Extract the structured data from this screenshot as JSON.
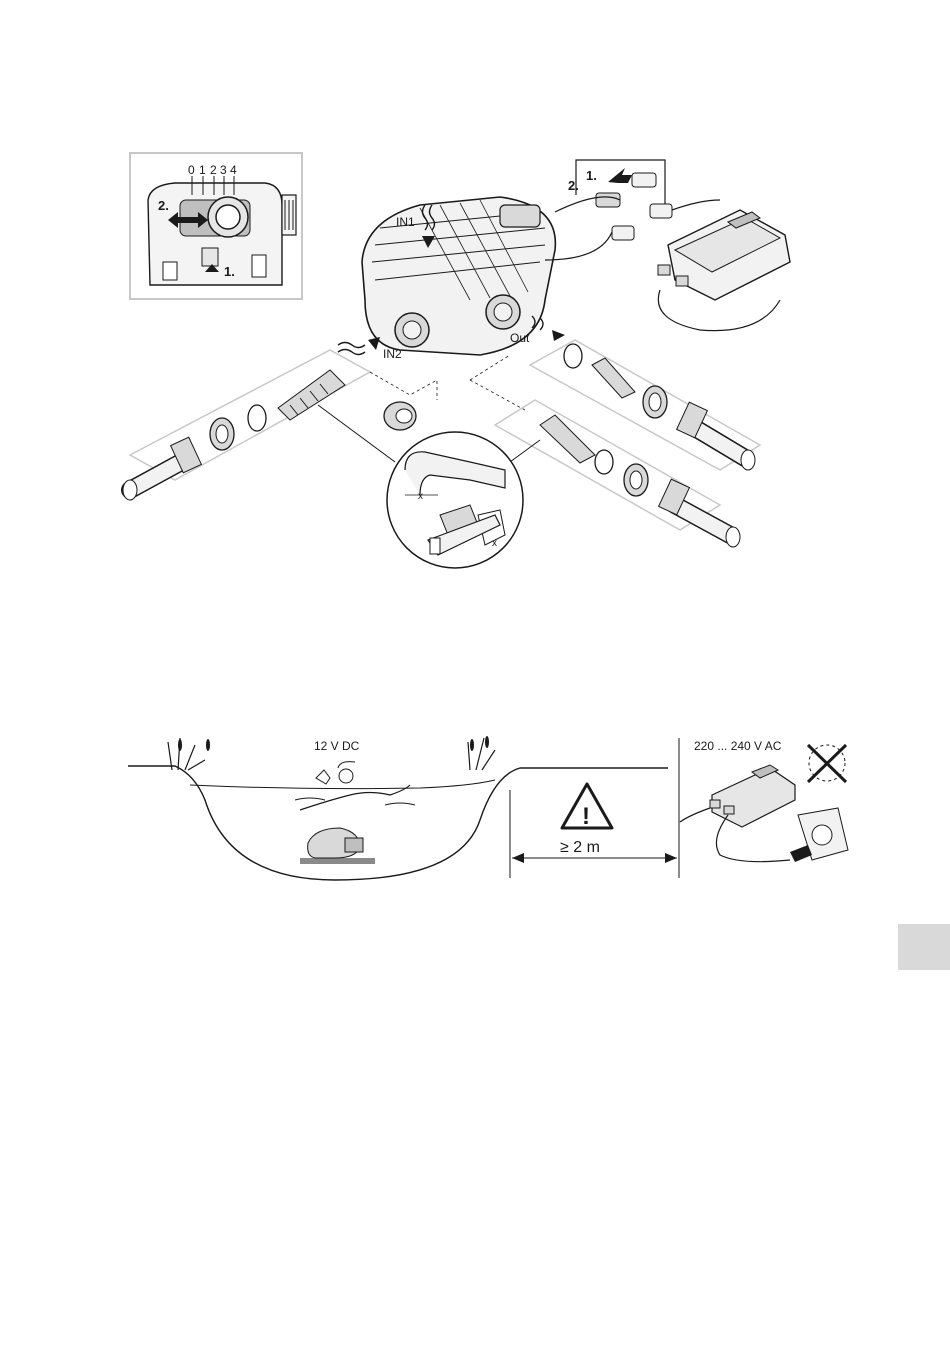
{
  "figure_top": {
    "inset": {
      "scale_numbers": [
        "0",
        "1",
        "2",
        "3",
        "4"
      ],
      "step1": "1.",
      "step2": "2."
    },
    "connector": {
      "step1": "1.",
      "step2": "2."
    },
    "labels": {
      "in1": "IN1",
      "in2": "IN2",
      "out": "Out"
    },
    "detail": {
      "x1": "x",
      "x2": "x"
    }
  },
  "figure_bottom": {
    "voltage_dc": "12 V DC",
    "voltage_ac": "220 ... 240 V AC",
    "distance": "≥ 2 m",
    "warning_symbol": "!"
  },
  "colors": {
    "line": "#1a1a1a",
    "fill_light": "#f2f2f2",
    "fill_grey": "#d9d9d9",
    "frame": "#c8c8c8"
  },
  "icons": [
    "arrow-icon",
    "warning-triangle-icon",
    "no-sun-icon",
    "power-plug-icon"
  ]
}
